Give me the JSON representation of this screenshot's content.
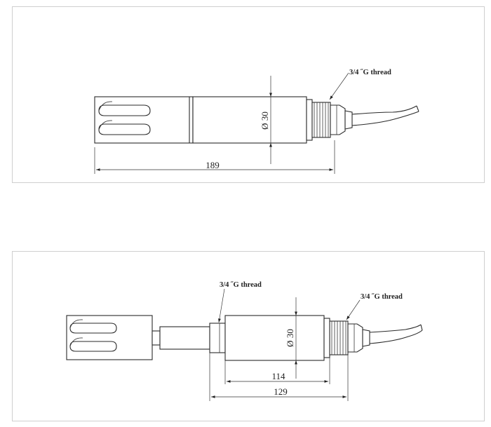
{
  "top_drawing": {
    "length_dim": "189",
    "diameter_dim": "Ø 30",
    "thread_callout": "3/4 ˝G thread"
  },
  "bottom_drawing": {
    "diameter_dim": "Ø 30",
    "thread_callout_left": "3/4 ˝G thread",
    "thread_callout_right": "3/4 ˝G thread",
    "dim_inner": "114",
    "dim_outer": "129"
  }
}
